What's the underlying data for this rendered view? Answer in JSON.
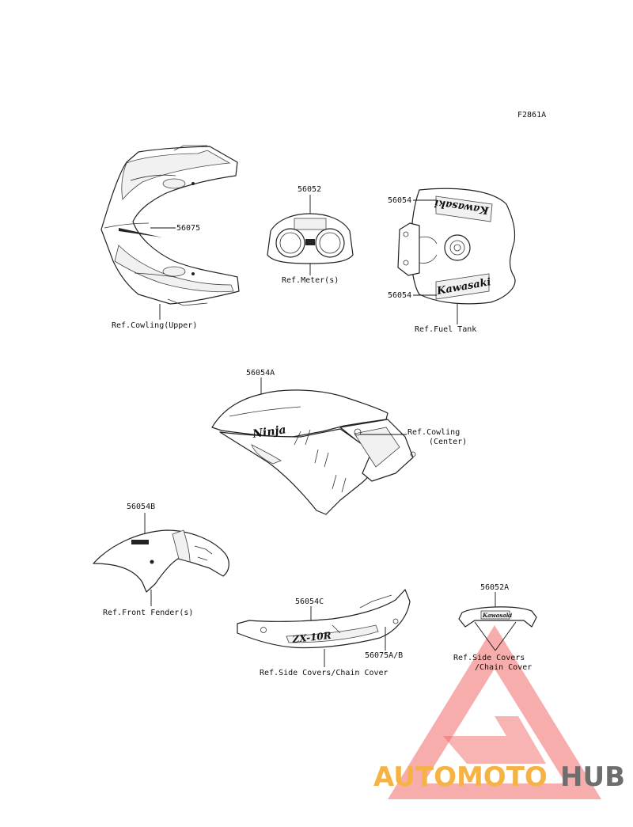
{
  "diagram_id": "F2861A",
  "parts": [
    {
      "number": "56075",
      "ref": "Ref.Cowling(Upper)"
    },
    {
      "number": "56052",
      "ref": "Ref.Meter(s)"
    },
    {
      "number_top": "56054",
      "number_bottom": "56054",
      "ref": "Ref.Fuel Tank",
      "decal_top": "Kawasaki",
      "decal_bottom": "Kawasaki"
    },
    {
      "number": "56054A",
      "ref_line1": "Ref.Cowling",
      "ref_line2": "(Center)",
      "decal": "Ninja"
    },
    {
      "number": "56054B",
      "ref": "Ref.Front Fender(s)"
    },
    {
      "number": "56054C",
      "number2": "56075A/B",
      "ref": "Ref.Side Covers/Chain Cover",
      "decal": "ZX-10R"
    },
    {
      "number": "56052A",
      "ref_line1": "Ref.Side Covers",
      "ref_line2": "/Chain Cover",
      "decal": "Kawasaki"
    }
  ],
  "watermark": {
    "part1": "AUTOMOTO",
    "part2": "HUB",
    "color1": "#f5a623",
    "color2": "#555555",
    "triangle_color": "#f04e4e"
  }
}
